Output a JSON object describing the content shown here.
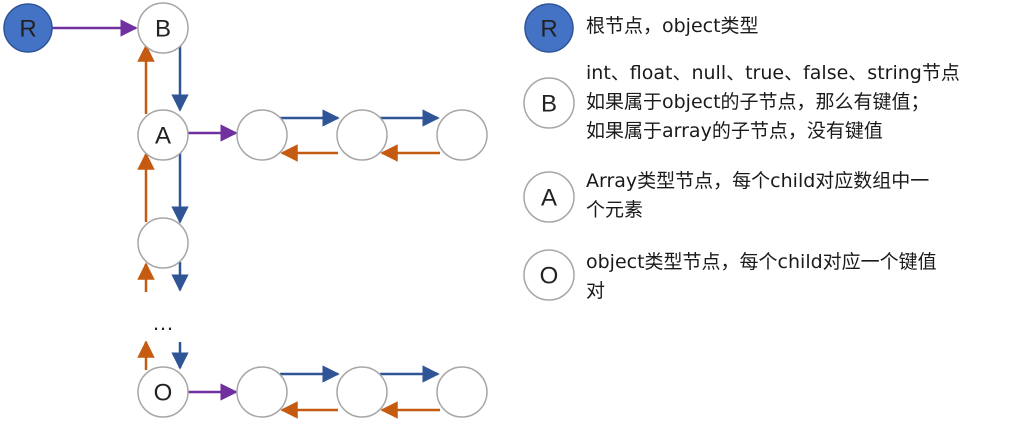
{
  "diagram": {
    "colors": {
      "root_fill": "#4472C4",
      "node_stroke": "#A6A6A6",
      "purple_arrow": "#7030A0",
      "blue_arrow": "#2F5597",
      "orange_arrow": "#C55A11"
    },
    "nodes": {
      "root": "R",
      "b": "B",
      "a": "A",
      "o": "O"
    },
    "ellipsis": "…"
  },
  "legend": [
    {
      "symbol": "R",
      "lines": [
        "根节点，object类型"
      ]
    },
    {
      "symbol": "B",
      "lines": [
        "int、float、null、true、false、string节点",
        "如果属于object的子节点，那么有键值；",
        "如果属于array的子节点，没有键值"
      ]
    },
    {
      "symbol": "A",
      "lines": [
        "Array类型节点，每个child对应数组中一",
        "个元素"
      ]
    },
    {
      "symbol": "O",
      "lines": [
        "object类型节点，每个child对应一个键值",
        "对"
      ]
    }
  ]
}
